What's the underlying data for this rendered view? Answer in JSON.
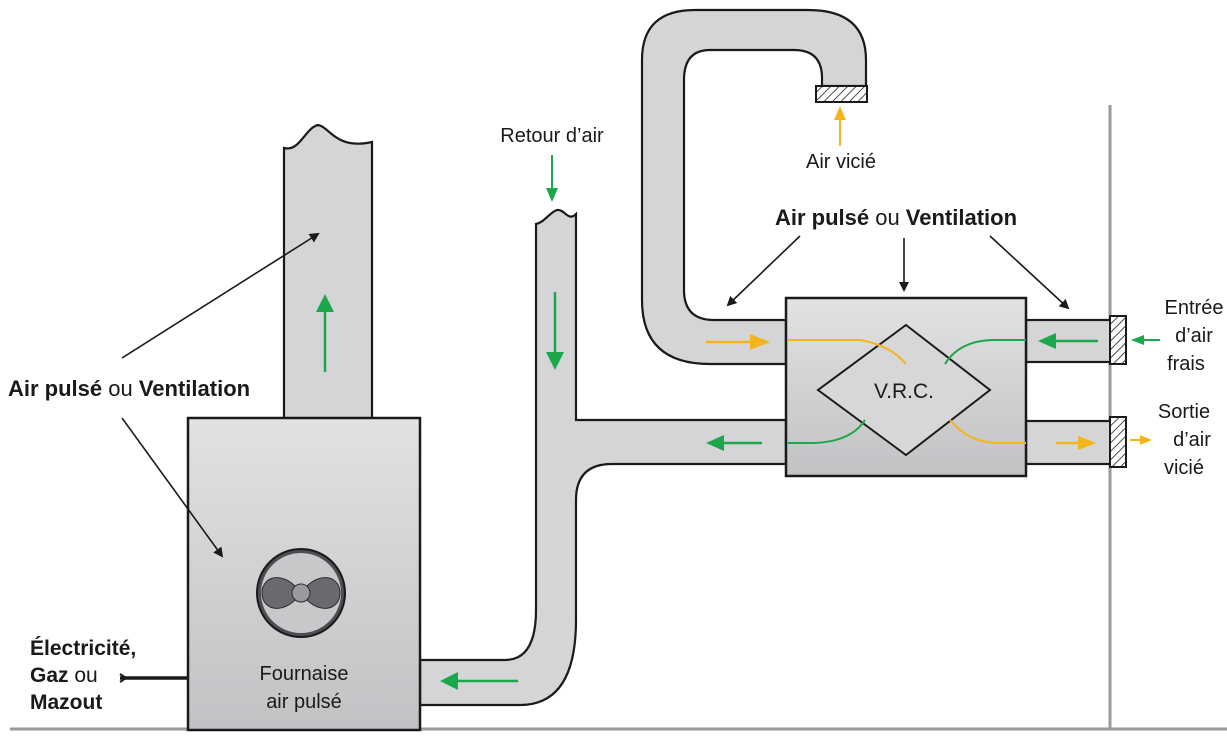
{
  "labels": {
    "retour_air": "Retour d’air",
    "air_vicie_top": "Air vicié",
    "vrc_title_bold1": "Air pulsé",
    "vrc_title_ou": " ou ",
    "vrc_title_bold2": "Ventilation",
    "left_bold1": "Air pulsé",
    "left_ou": " ou ",
    "left_bold2": "Ventilation",
    "vrc": "V.R.C.",
    "entree_l1": "Entrée",
    "entree_l2": "d’air",
    "entree_l3": "frais",
    "sortie_l1": "Sortie",
    "sortie_l2": "d’air",
    "sortie_l3": "vicié",
    "energy_l1": "Électricité,",
    "energy_l2a": "Gaz",
    "energy_l2b": " ou",
    "energy_l3": "Mazout",
    "fournaise_l1": "Fournaise",
    "fournaise_l2": "air pulsé"
  },
  "colors": {
    "duct_fill": "#d5d5d7",
    "box_fill": "#c4c4c6",
    "outline": "#1a1a1a",
    "fresh_air": "#1aa84a",
    "stale_air": "#f2b51b",
    "wall": "#9a9a9a"
  }
}
